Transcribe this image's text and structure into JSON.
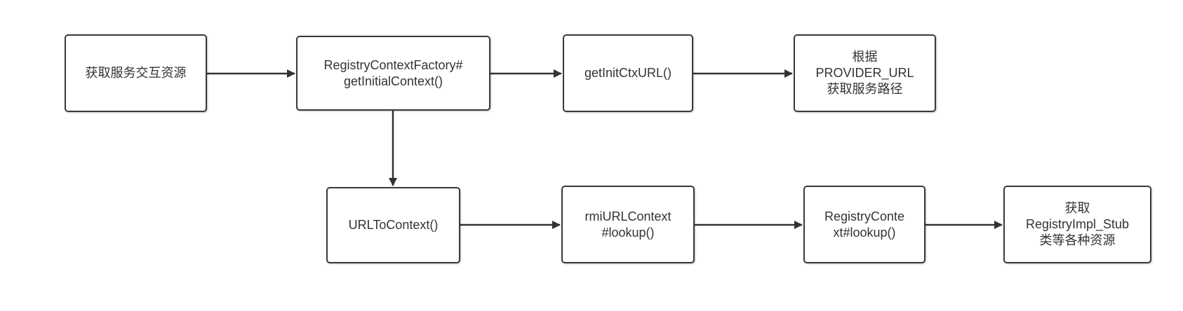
{
  "nodes": [
    {
      "id": "n1",
      "lines": [
        "获取服务交互资源"
      ]
    },
    {
      "id": "n2",
      "lines": [
        "RegistryContextFactory#",
        "getInitialContext()"
      ]
    },
    {
      "id": "n3",
      "lines": [
        "getInitCtxURL()"
      ]
    },
    {
      "id": "n4",
      "lines": [
        "根据",
        "PROVIDER_URL",
        "获取服务路径"
      ]
    },
    {
      "id": "n5",
      "lines": [
        "URLToContext()"
      ]
    },
    {
      "id": "n6",
      "lines": [
        "rmiURLContext",
        "#lookup()"
      ]
    },
    {
      "id": "n7",
      "lines": [
        "RegistryConte",
        "xt#lookup()"
      ]
    },
    {
      "id": "n8",
      "lines": [
        "获取",
        "RegistryImpl_Stub",
        "类等各种资源"
      ]
    }
  ],
  "edges": [
    {
      "from": "n1",
      "to": "n2"
    },
    {
      "from": "n2",
      "to": "n3"
    },
    {
      "from": "n3",
      "to": "n4"
    },
    {
      "from": "n2",
      "to": "n5"
    },
    {
      "from": "n5",
      "to": "n6"
    },
    {
      "from": "n6",
      "to": "n7"
    },
    {
      "from": "n7",
      "to": "n8"
    }
  ],
  "colors": {
    "stroke": "#3a3a3a",
    "text": "#333333",
    "background": "#ffffff"
  }
}
